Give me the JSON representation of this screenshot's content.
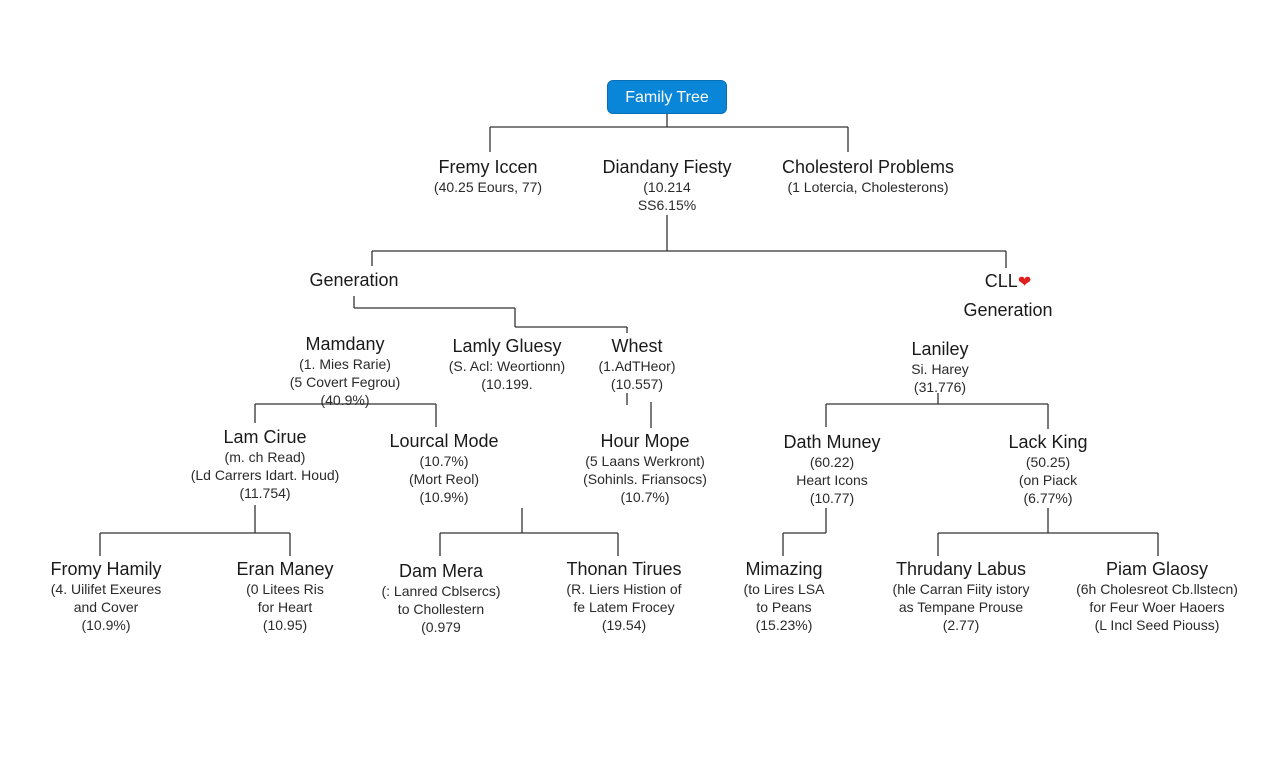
{
  "root": {
    "label": "Family Tree"
  },
  "level1": [
    {
      "title": "Fremy Iccen",
      "lines": [
        "(40.25 Eours, 77)"
      ]
    },
    {
      "title": "Diandany Fiesty",
      "lines": [
        "(10.214",
        "SS6.15%"
      ]
    },
    {
      "title": "Cholesterol Problems",
      "lines": [
        "(1 Lotercia, Cholesterons)"
      ]
    }
  ],
  "branch_labels": {
    "left": "Generation",
    "right_prefix": "CLL",
    "right": "Generation"
  },
  "level2": [
    {
      "title": "Mamdany",
      "lines": [
        "(1. Mies Rarie)",
        "(5 Covert Fegrou)",
        "(40.9%)"
      ]
    },
    {
      "title": "Lamly Gluesy",
      "lines": [
        "(S. Acl: Weortionn)",
        "(10.199."
      ]
    },
    {
      "title": "Whest",
      "lines": [
        "(1.AdTHeor)",
        "(10.557)"
      ]
    },
    {
      "title": "Laniley",
      "lines": [
        "Si. Harey",
        "(31.776)"
      ]
    }
  ],
  "level3": [
    {
      "title": "Lam Cirue",
      "lines": [
        "(m. ch Read)",
        "(Ld Carrers Idart. Houd)",
        "(11.754)"
      ]
    },
    {
      "title": "Lourcal Mode",
      "lines": [
        "(10.7%)",
        "(Mort Reol)",
        "(10.9%)"
      ]
    },
    {
      "title": "Hour Mope",
      "lines": [
        "(5 Laans Werkront)",
        "(Sohinls. Friansocs)",
        "(10.7%)"
      ]
    },
    {
      "title": "Dath Muney",
      "lines": [
        "(60.22)",
        "Heart Icons",
        "(10.77)"
      ]
    },
    {
      "title": "Lack King",
      "lines": [
        "(50.25)",
        "(on Piack",
        "(6.77%)"
      ]
    }
  ],
  "level4": [
    {
      "title": "Fromy Hamily",
      "lines": [
        "(4. Uilifet Exeures",
        "and Cover",
        "(10.9%)"
      ]
    },
    {
      "title": "Eran Maney",
      "lines": [
        "(0 Litees Ris",
        "for Heart",
        "(10.95)"
      ]
    },
    {
      "title": "Dam Mera",
      "lines": [
        "(: Lanred Cblsercs)",
        "to Chollestern",
        "(0.979"
      ]
    },
    {
      "title": "Thonan Tirues",
      "lines": [
        "(R. Liers Histion of",
        "fe Latem Frocey",
        "(19.54)"
      ]
    },
    {
      "title": "Mimazing",
      "lines": [
        "(to Lires LSA",
        "to Peans",
        "(15.23%)"
      ]
    },
    {
      "title": "Thrudany Labus",
      "lines": [
        "(hle Carran Fiity istory",
        "as Tempane Prouse",
        "(2.77)"
      ]
    },
    {
      "title": "Piam Glaosy",
      "lines": [
        "(6h Cholesreot Cb.llstecn)",
        "for Feur Woer Haoers",
        "(L Incl Seed Piouss)"
      ]
    }
  ],
  "colors": {
    "accent": "#0a86d8",
    "heart": "#e0201f",
    "line": "#333333"
  },
  "icons": {
    "heart": "heart-icon"
  }
}
